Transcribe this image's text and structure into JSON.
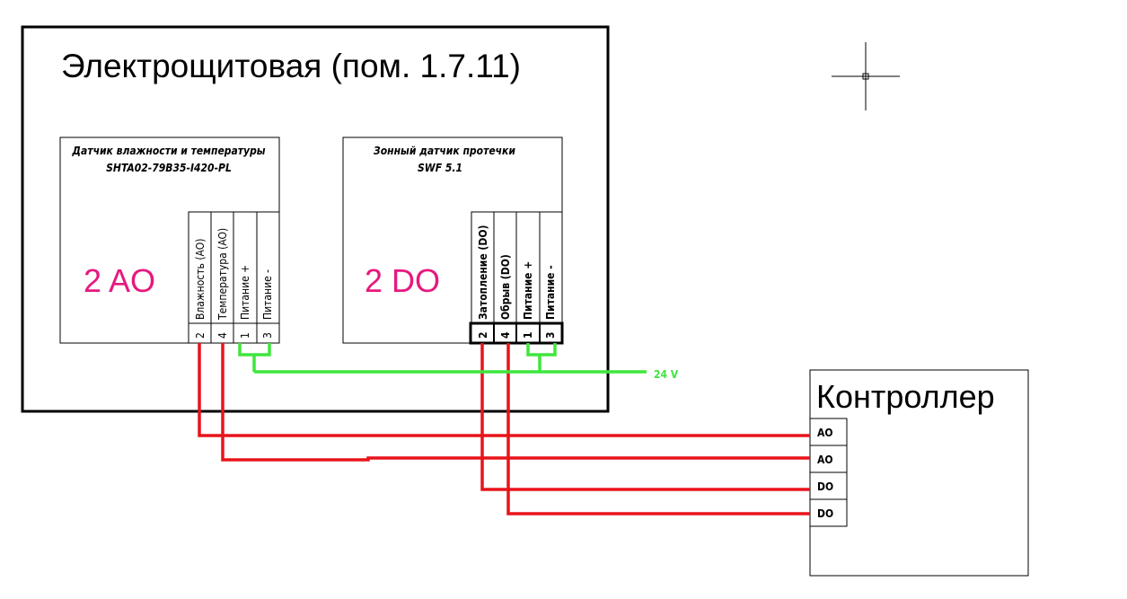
{
  "room": {
    "title": "Электрощитовая (пом. 1.7.11)"
  },
  "sensor_humidity": {
    "title_line1": "Датчик влажности и температуры",
    "title_line2": "SHTA02-79B35-I420-PL",
    "io_summary": "2 AO",
    "terminals": [
      {
        "label": "Влажность (AO)",
        "number": "2"
      },
      {
        "label": "Температура (AO)",
        "number": "4"
      },
      {
        "label": "Питание +",
        "number": "1"
      },
      {
        "label": "Питание -",
        "number": "3"
      }
    ]
  },
  "sensor_leak": {
    "title_line1": "Зонный датчик протечки",
    "title_line2": "SWF 5.1",
    "io_summary": "2 DO",
    "terminals": [
      {
        "label": "Затопление (DO)",
        "number": "2"
      },
      {
        "label": "Обрыв (DO)",
        "number": "4"
      },
      {
        "label": "Питание +",
        "number": "1"
      },
      {
        "label": "Питание -",
        "number": "3"
      }
    ]
  },
  "power": {
    "label": "24 V"
  },
  "controller": {
    "title": "Контроллер",
    "ports": [
      "AO",
      "AO",
      "DO",
      "DO"
    ]
  },
  "colors": {
    "signal_wire": "#e8141b",
    "power_wire": "#3ee63e",
    "io_summary": "#e6197f",
    "outline": "#000000"
  }
}
